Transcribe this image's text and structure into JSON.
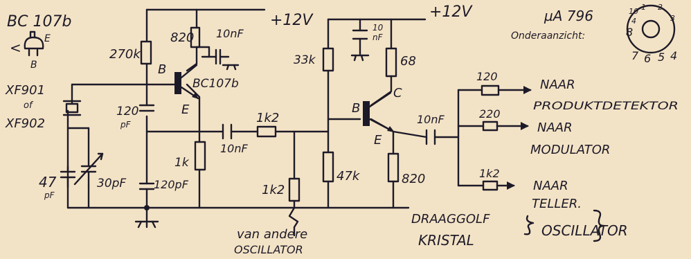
{
  "colors": {
    "paper": "#f3e3c6",
    "ink": "#1d1a28"
  },
  "header": {
    "transistor_type": "BC 107b",
    "pinout_e": "E",
    "pinout_b": "B",
    "pinout_left": "<"
  },
  "supply": {
    "left": "+12V",
    "right": "+12V"
  },
  "ic": {
    "part": "µA 796",
    "view_label": "Onderaanzicht:",
    "pins": [
      "10",
      "1",
      "2",
      "4",
      "3",
      "8",
      "7",
      "6",
      "5",
      "4"
    ]
  },
  "crystal": {
    "xf1": "XF901",
    "or": "of",
    "xf2": "XF902"
  },
  "stage1": {
    "r_bias_top": "270k",
    "r_emitter_top": "820",
    "c_decouple": "10nF",
    "transistor": "BC107b",
    "pin_b": "B",
    "pin_e": "E",
    "c_feedback": "120",
    "c_feedback_unit": "pF",
    "c_47": "47",
    "c_47_unit": "pF",
    "trimmer": "30pF",
    "c_120pf": "120pF",
    "r_emitter": "1k",
    "c_coupling": "10nF"
  },
  "mixer": {
    "r_series": "1k2",
    "r_shunt": "1k2",
    "input_line1": "van andere",
    "input_line2": "OSCILLATOR"
  },
  "stage2": {
    "r_top": "33k",
    "c_supply": "10",
    "c_supply_unit": "nF",
    "r_collector": "68",
    "pin_b": "B",
    "pin_c": "C",
    "pin_e": "E",
    "c_out": "10nF",
    "r_bottom": "47k",
    "r_emitter": "820"
  },
  "outputs": [
    {
      "resistor": "120",
      "line1": "NAAR",
      "line2": "PRODUKTDETEKTOR"
    },
    {
      "resistor": "220",
      "line1": "NAAR",
      "line2": "MODULATOR"
    },
    {
      "resistor": "1k2",
      "line1": "NAAR",
      "line2": "TELLER."
    }
  ],
  "footer": {
    "line1": "DRAAGGOLF",
    "line2": "KRISTAL",
    "right": "OSCILLATOR"
  }
}
